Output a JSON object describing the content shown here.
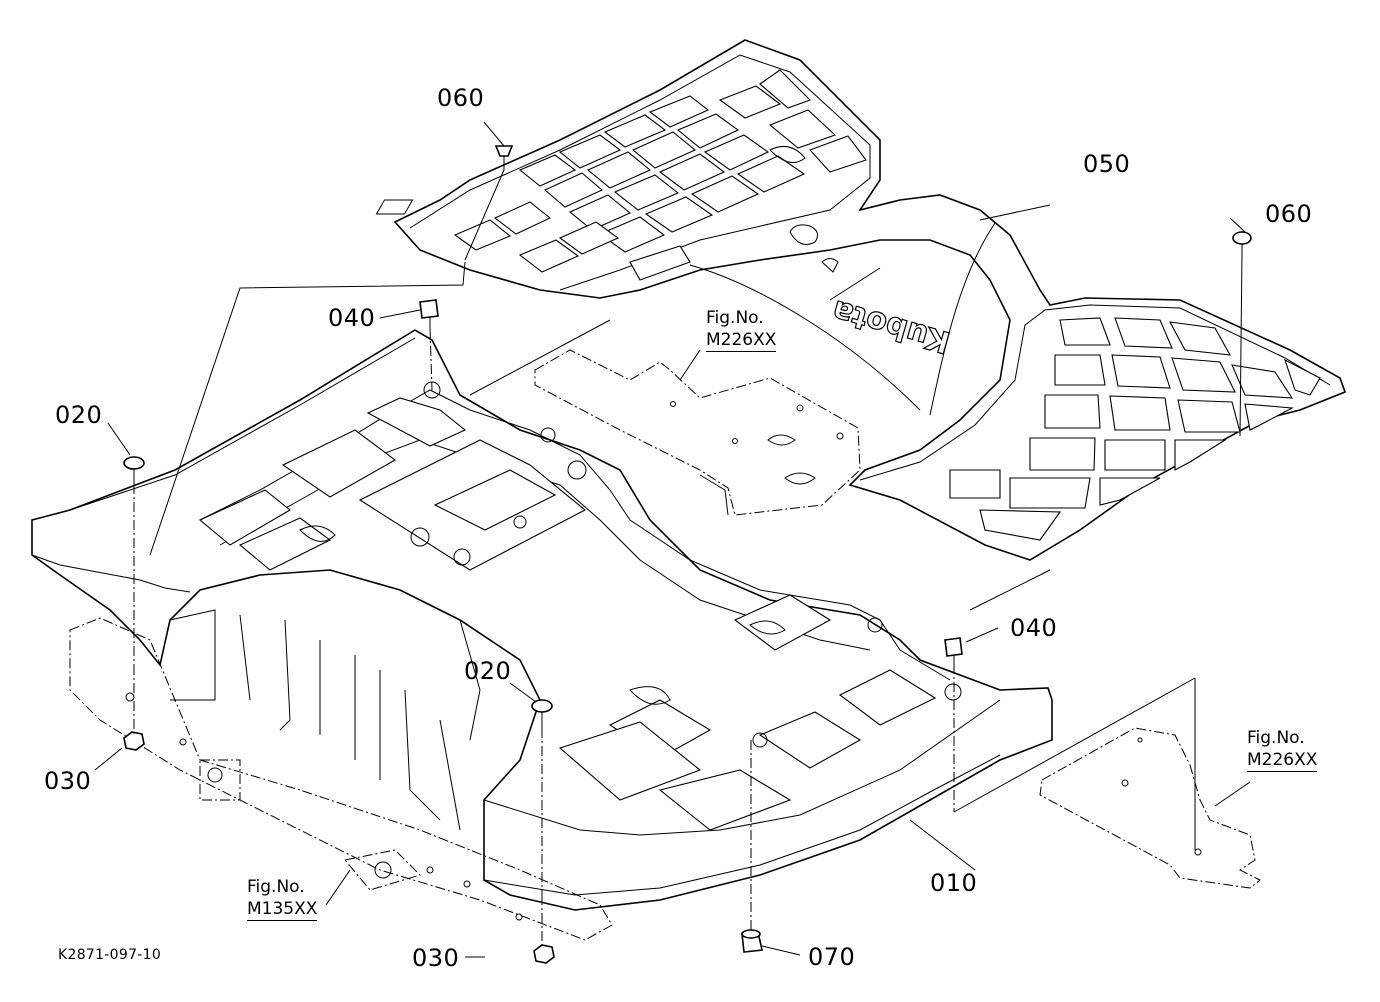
{
  "callouts": {
    "p060_top": "060",
    "p050": "050",
    "p060_right": "060",
    "p040_top": "040",
    "p020_left": "020",
    "p040_right": "040",
    "p020_mid": "020",
    "p030_left": "030",
    "p010": "010",
    "p030_bottom": "030",
    "p070": "070"
  },
  "figure_refs": {
    "center": {
      "label": "Fig.No.",
      "number": "M226XX"
    },
    "right": {
      "label": "Fig.No.",
      "number": "M226XX"
    },
    "bottom_left": {
      "label": "Fig.No.",
      "number": "M135XX"
    }
  },
  "mat_logo": "Kubota",
  "drawing_code": "K2871-097-10"
}
